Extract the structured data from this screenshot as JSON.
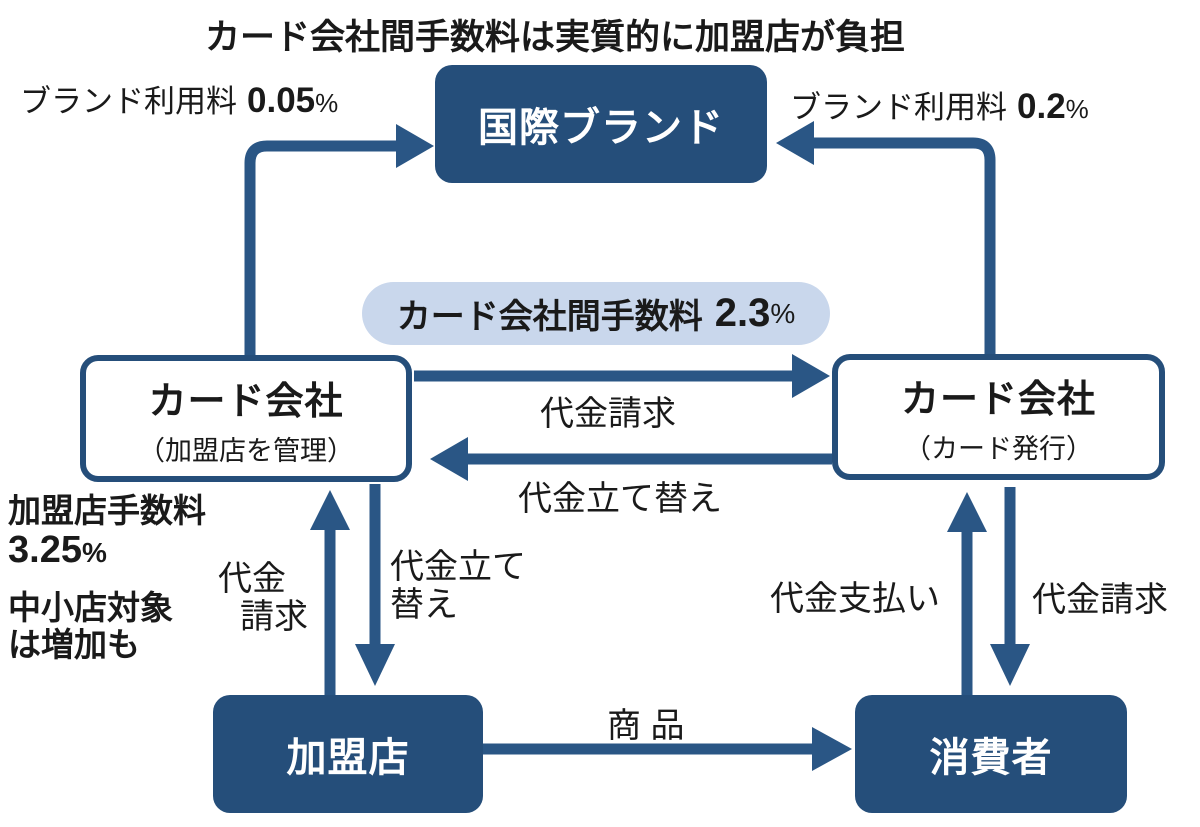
{
  "title": "カード会社間手数料は実質的に加盟店が負担",
  "colors": {
    "navy": "#254e7a",
    "arrow": "#2a5685",
    "pill_bg": "#c9d7ec",
    "text": "#1a1a1a",
    "box_text": "#ffffff"
  },
  "nodes": {
    "brand": {
      "label": "国際ブランド"
    },
    "acquirer": {
      "label": "カード会社",
      "sublabel": "（加盟店を管理）"
    },
    "issuer": {
      "label": "カード会社",
      "sublabel": "（カード発行）"
    },
    "merchant": {
      "label": "加盟店"
    },
    "consumer": {
      "label": "消費者"
    }
  },
  "fees": {
    "brand_fee_left": {
      "label": "ブランド利用料",
      "value": "0.05",
      "unit": "%"
    },
    "brand_fee_right": {
      "label": "ブランド利用料",
      "value": "0.2",
      "unit": "%"
    },
    "interchange": {
      "label": "カード会社間手数料",
      "value": "2.3",
      "unit": "%"
    },
    "merchant_fee": {
      "label": "加盟店手数料",
      "value": "3.25",
      "unit": "%",
      "note_line1": "中小店対象",
      "note_line2": "は増加も"
    }
  },
  "flows": {
    "acquirer_to_issuer": "代金請求",
    "issuer_to_acquirer": "代金立て替え",
    "merchant_to_acquirer_line1": "代金",
    "merchant_to_acquirer_line2": "請求",
    "acquirer_to_merchant_line1": "代金立て",
    "acquirer_to_merchant_line2": "替え",
    "merchant_to_consumer": "商 品",
    "consumer_to_issuer": "代金支払い",
    "issuer_to_consumer": "代金請求"
  }
}
